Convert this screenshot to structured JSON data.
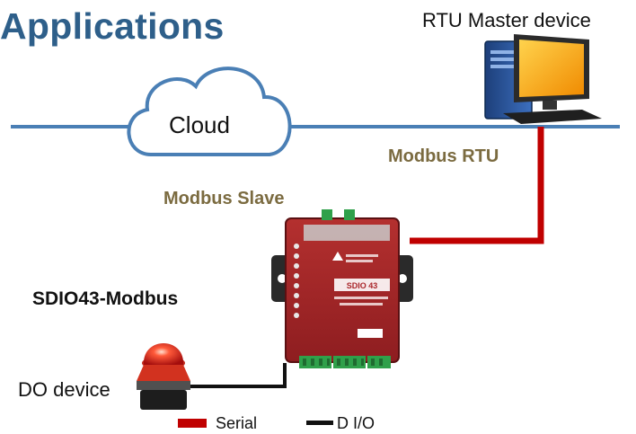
{
  "title": "Applications",
  "master": {
    "label": "RTU Master device"
  },
  "cloud": {
    "label": "Cloud"
  },
  "links": {
    "modbus_rtu": "Modbus RTU",
    "modbus_slave": "Modbus Slave"
  },
  "device": {
    "name": "SDIO43-Modbus",
    "panel_title": "SDIO 43"
  },
  "do_device": {
    "label": "DO device"
  },
  "legend": {
    "serial": "Serial",
    "dio": "D I/O"
  },
  "colors": {
    "title": "#2e5f8a",
    "network_line": "#4a7fb5",
    "serial": "#c00000",
    "dio": "#111111",
    "link_label": "#7b6b40",
    "device_red": "#a9262a"
  }
}
